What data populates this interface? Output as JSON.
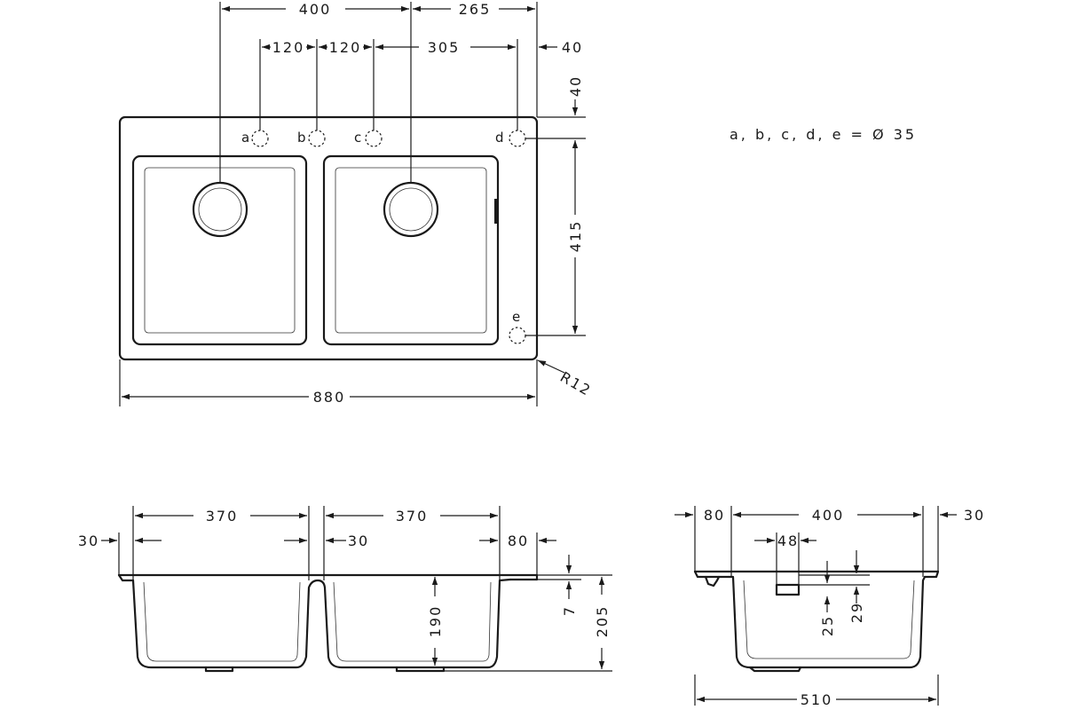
{
  "note": "a, b, c, d, e = Ø 35",
  "top_view": {
    "dims": {
      "bowl_left_to_center": "400",
      "center_to_edge": "265",
      "hole_a_b": "120",
      "hole_b_c": "120",
      "hole_c_d": "305",
      "edge_offset_h": "40",
      "edge_offset_v": "40",
      "d_to_e": "415",
      "radius": "R12",
      "overall_width": "880"
    },
    "holes": [
      "a",
      "b",
      "c",
      "d",
      "e"
    ]
  },
  "front_view": {
    "dims": {
      "bowl1_width": "370",
      "bowl2_width": "370",
      "left_rim": "30",
      "mid_rim": "30",
      "right_rim": "80",
      "bowl_depth": "190",
      "total_height": "205",
      "rim_thickness": "7"
    }
  },
  "side_view": {
    "dims": {
      "left_rim": "80",
      "bowl_width": "400",
      "right_rim": "30",
      "overflow_width": "48",
      "overflow_a": "25",
      "overflow_b": "29",
      "overall_depth": "510"
    }
  }
}
